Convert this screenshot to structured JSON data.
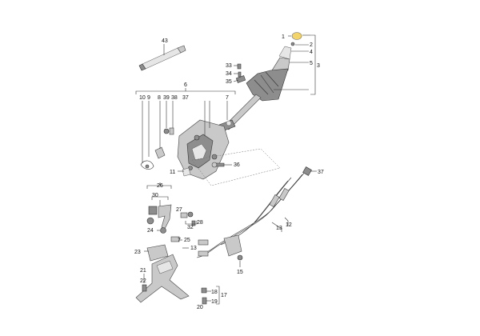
{
  "diagram": {
    "highlight_color": "#f2d46b",
    "callouts": {
      "c1": "1",
      "c2": "2",
      "c3": "3",
      "c4": "4",
      "c5": "5",
      "c6": "6",
      "c7a": "7",
      "c7b": "7",
      "c8": "8",
      "c9": "9",
      "c10": "10",
      "c11": "11",
      "c12": "12",
      "c13a": "13",
      "c13b": "13",
      "c15": "15",
      "c17": "17",
      "c18": "18",
      "c19": "19",
      "c20": "20",
      "c21": "21",
      "c22": "22",
      "c23": "23",
      "c24": "24",
      "c25": "25",
      "c26": "26",
      "c27": "27",
      "c28": "28",
      "c30": "30",
      "c32": "32",
      "c33": "33",
      "c34": "34",
      "c35": "35",
      "c36": "36",
      "c37a": "37",
      "c37b": "37",
      "c38": "38",
      "c39": "39",
      "c43": "43"
    }
  }
}
